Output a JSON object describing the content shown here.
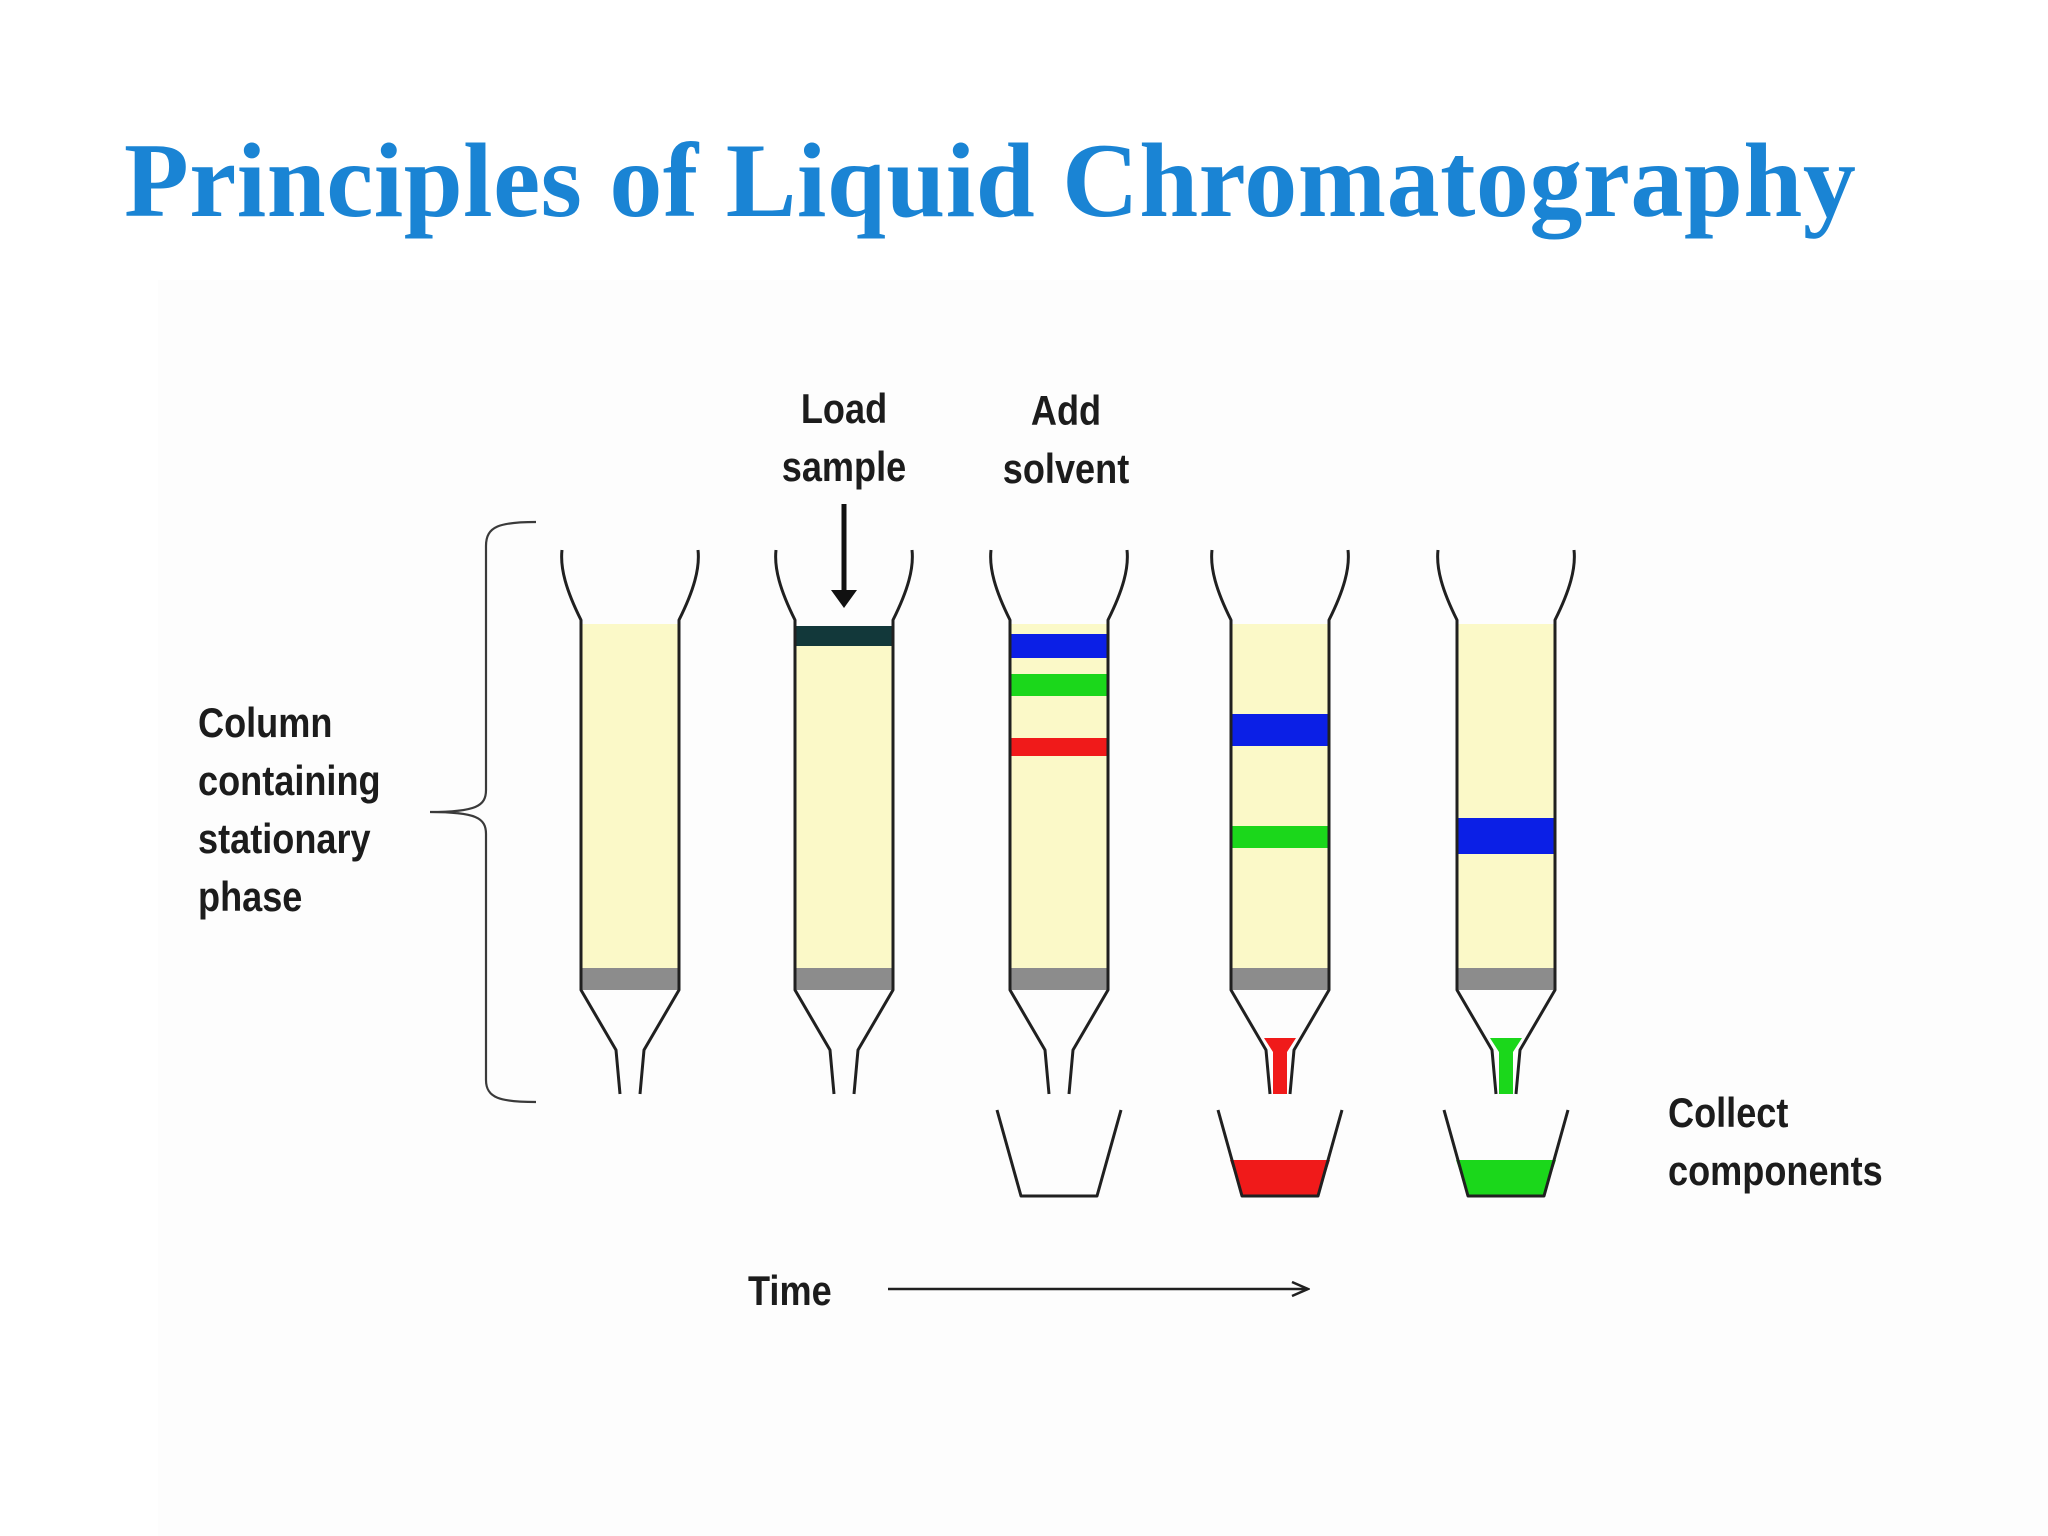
{
  "title": "Principles of Liquid Chromatography",
  "labels": {
    "column": [
      "Column",
      "containing",
      "stationary",
      "phase"
    ],
    "load_sample": [
      "Load",
      "sample"
    ],
    "add_solvent": [
      "Add",
      "solvent"
    ],
    "collect_components": [
      "Collect",
      "components"
    ],
    "time": "Time"
  },
  "colors": {
    "title": "#1a84d4",
    "stationary_phase": "#fbf9c8",
    "frit": "#8c8c8c",
    "sample_band": "#12383a",
    "blue_band": "#0b1fe6",
    "green_band": "#1bd71b",
    "red_band": "#f01a1a",
    "outline": "#202020"
  },
  "stages": [
    {
      "id": "empty-column",
      "bands": [],
      "collector": null,
      "drip": null
    },
    {
      "id": "load-sample",
      "bands": [
        "sample_band"
      ],
      "collector": null,
      "drip": null
    },
    {
      "id": "add-solvent",
      "bands": [
        "blue_band",
        "green_band",
        "red_band"
      ],
      "collector": "empty",
      "drip": null
    },
    {
      "id": "elute-red",
      "bands": [
        "blue_band",
        "green_band"
      ],
      "collector": "red_band",
      "drip": "red_band"
    },
    {
      "id": "elute-green",
      "bands": [
        "blue_band"
      ],
      "collector": "green_band",
      "drip": "green_band"
    }
  ]
}
